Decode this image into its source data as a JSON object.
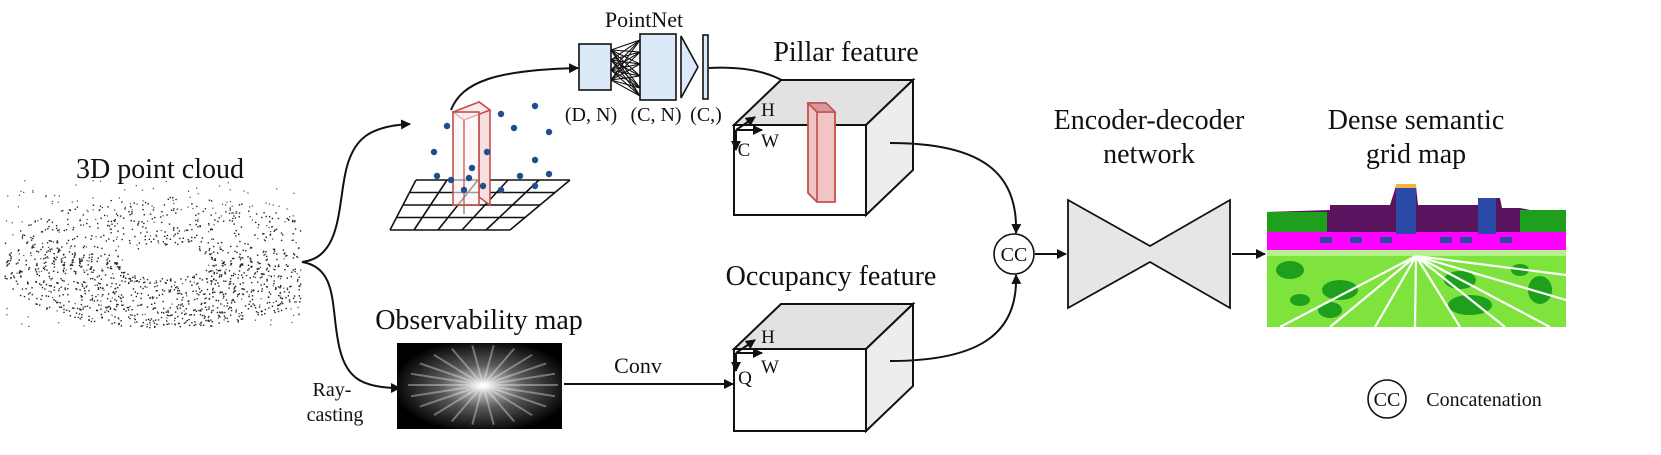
{
  "labels": {
    "point_cloud": "3D point cloud",
    "pointnet": "PointNet",
    "pointnet_dims": [
      "(D, N)",
      "(C, N)",
      "(C,)"
    ],
    "pillar_feature": "Pillar feature",
    "occupancy_feature": "Occupancy feature",
    "observability_map": "Observability map",
    "conv": "Conv",
    "raycasting_line1": "Ray-",
    "raycasting_line2": "casting",
    "encoder_line1": "Encoder-decoder",
    "encoder_line2": "network",
    "output_line1": "Dense semantic",
    "output_line2": "grid map",
    "cc": "CC",
    "concatenation": "Concatenation",
    "axis_h": "H",
    "axis_w": "W",
    "axis_c": "C",
    "axis_q": "Q"
  },
  "colors": {
    "pillar_fill": "#f2c4c4",
    "pillar_stroke": "#c0504d",
    "pointnet_fill": "#dce9f8",
    "points": "#1f4e8c",
    "cube_side": "#ebebeb",
    "cube_top": "#e0e0e0",
    "bowtie": "#e6e6e6",
    "grid_green": "#7ee33d",
    "grid_dark_green": "#1ea01e",
    "grid_magenta": "#ff00ff",
    "grid_purple": "#5a1460"
  }
}
